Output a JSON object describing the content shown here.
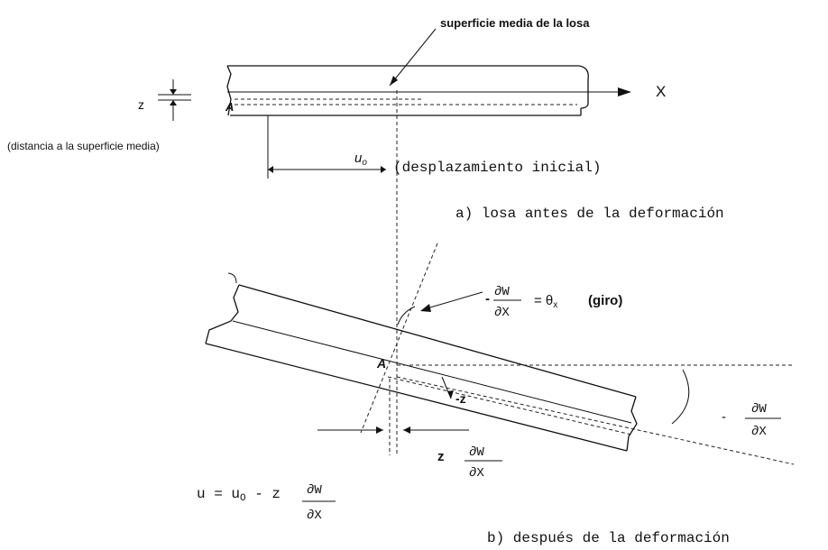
{
  "labels": {
    "mid_surface": "superficie media de la losa",
    "x_axis": "X",
    "z": "z",
    "distance_note": "(distancia a la superficie media)",
    "point_a": "A",
    "point_a2": "A",
    "u0_u": "u",
    "u0_sub": "o",
    "initial_disp": "(desplazamiento inicial)",
    "caption_a": "a) losa antes de la deformación",
    "rot_minus": "-",
    "rot_num": "∂W",
    "rot_den": "∂X",
    "rot_eq": "= θ",
    "rot_sub": "x",
    "rot_giro": "(giro)",
    "z_local": "-z",
    "right_minus": "-",
    "right_num": "∂W",
    "right_den": "∂X",
    "bottom_z": "z",
    "bottom_num": "∂W",
    "bottom_den": "∂X",
    "u_eq_left": "u  =  u",
    "u_eq_sub": "O",
    "u_eq_mid": " - z",
    "u_eq_num": "∂W",
    "u_eq_den": "∂X",
    "caption_b": "b) después de la deformación"
  }
}
